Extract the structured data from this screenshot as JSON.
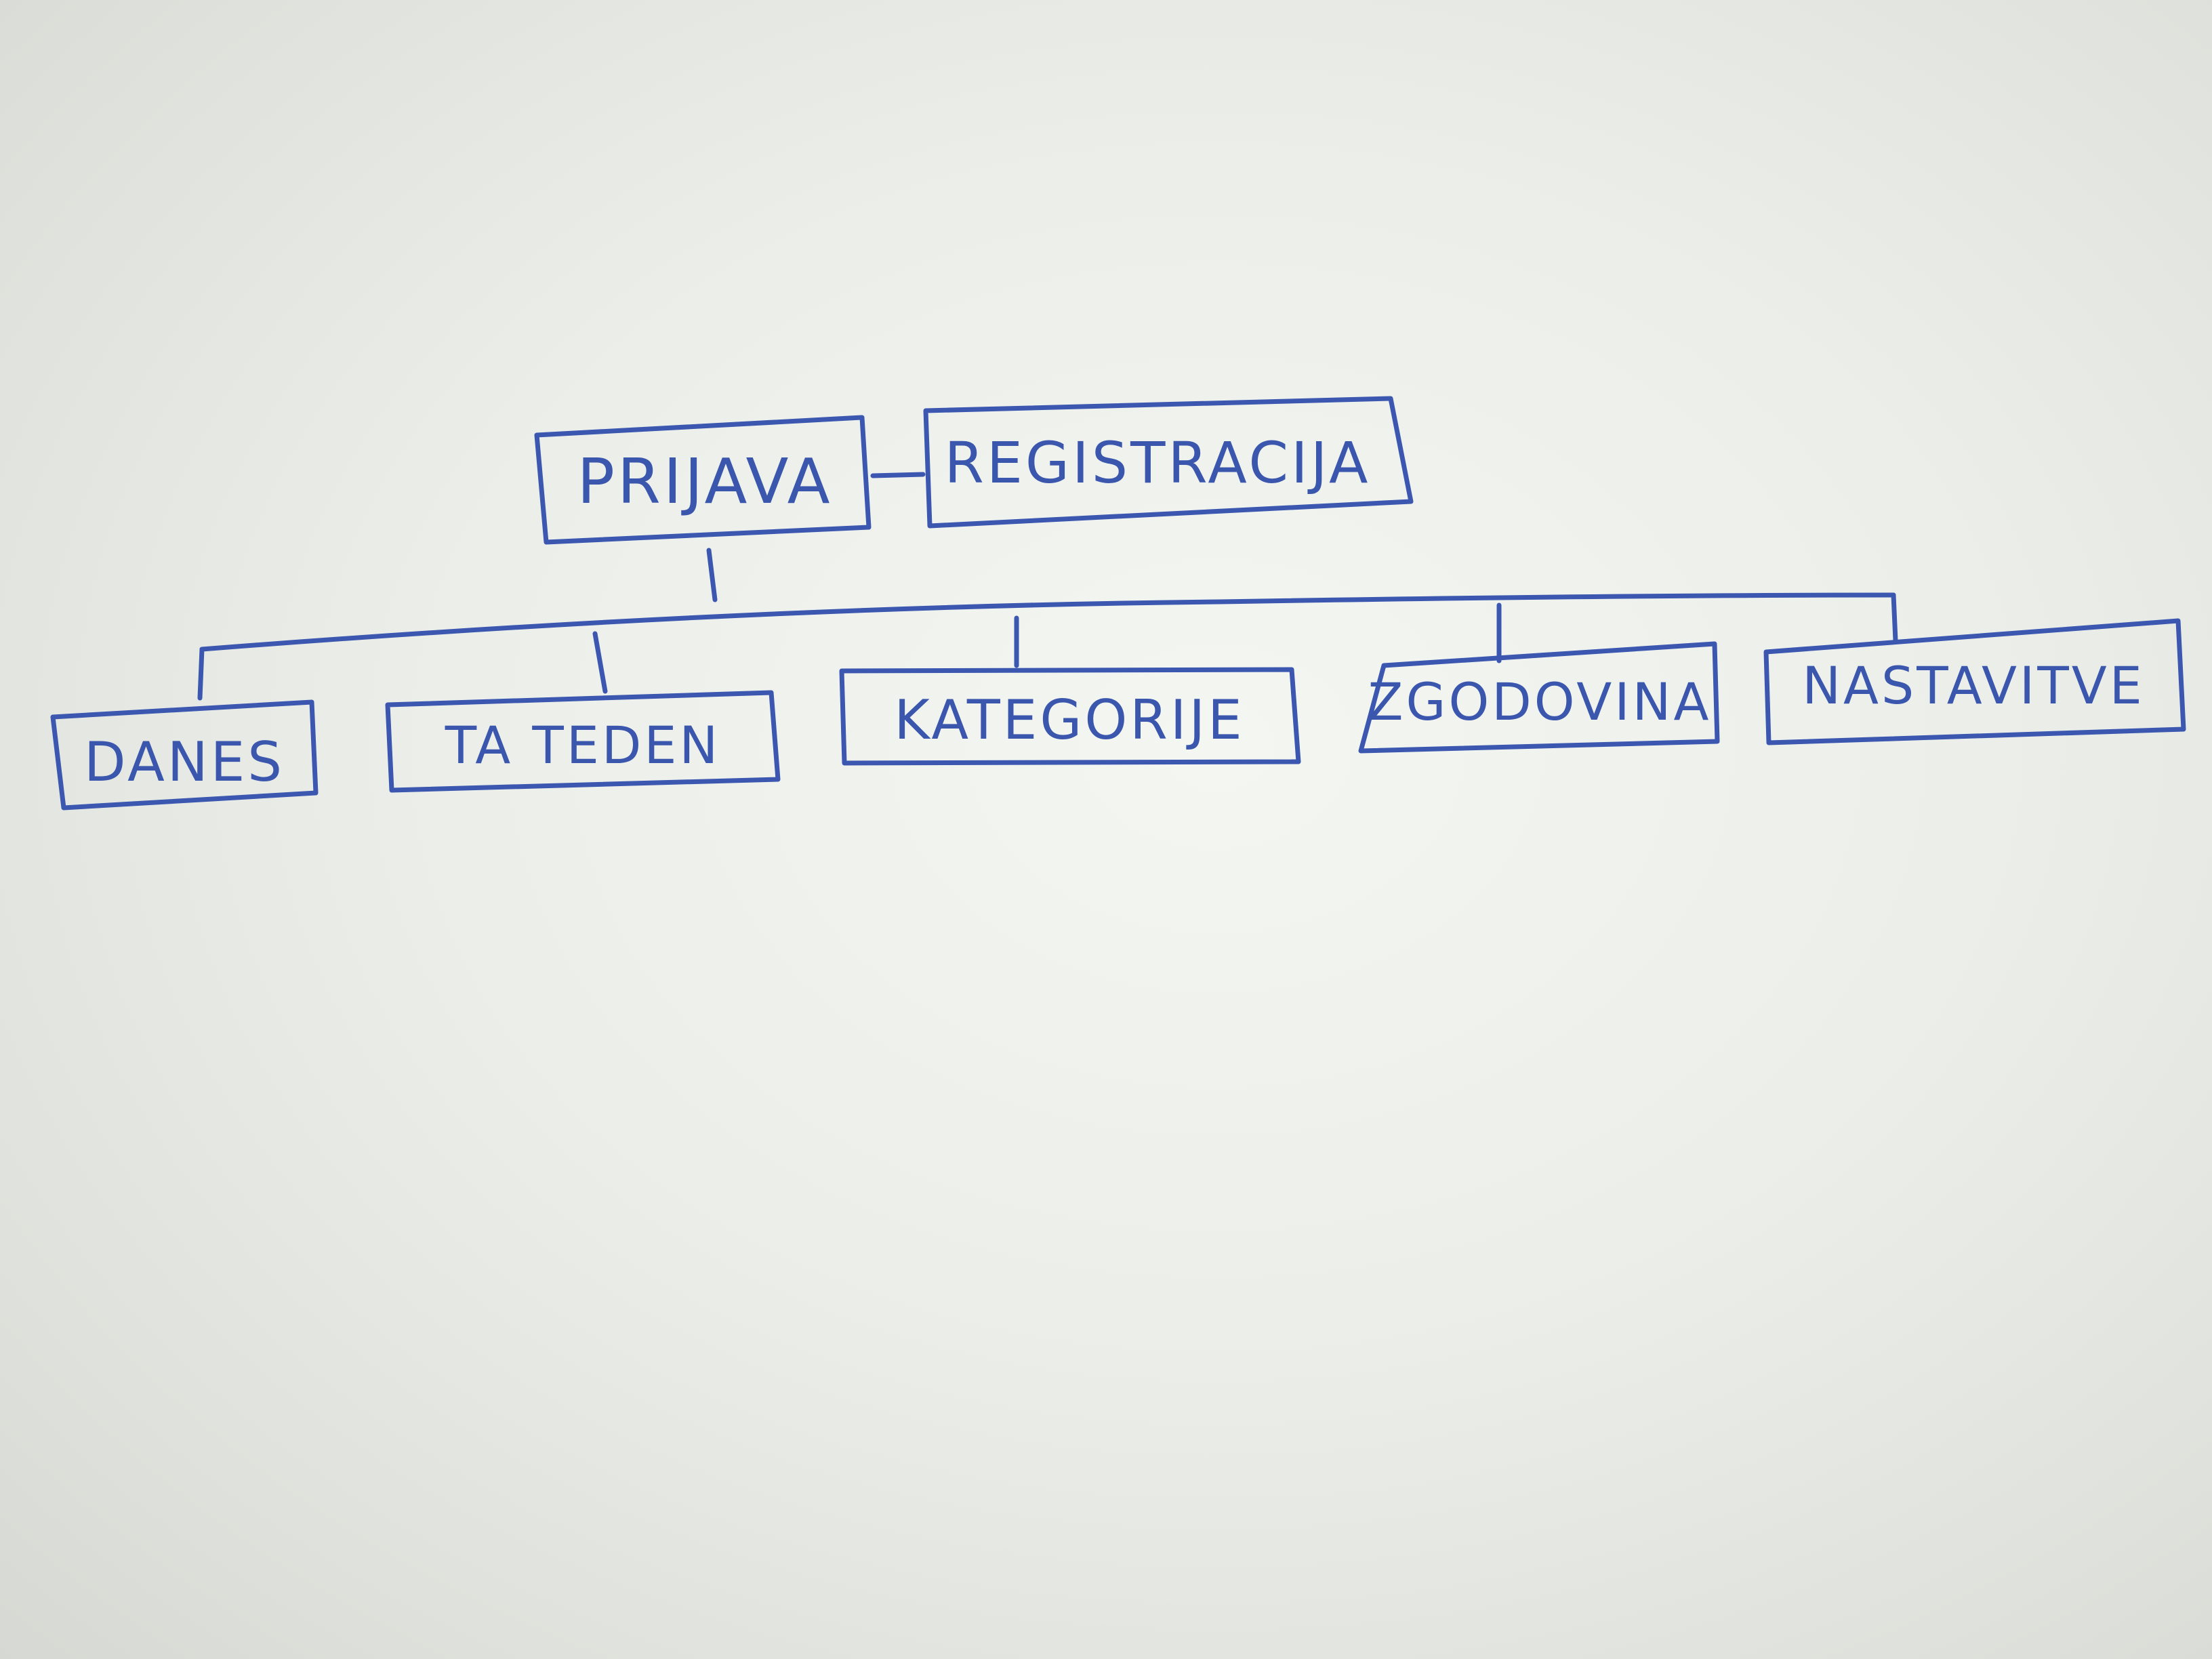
{
  "diagram": {
    "top_nodes": {
      "login": "PRIJAVA",
      "register": "REGISTRACIJA"
    },
    "menu_nodes": [
      "DANES",
      "TA TEDEN",
      "KATEGORIJE",
      "ZGODOVINA",
      "NASTAVITVE"
    ]
  },
  "colors": {
    "ink": "#3b57b0",
    "paper": "#eceeea"
  }
}
